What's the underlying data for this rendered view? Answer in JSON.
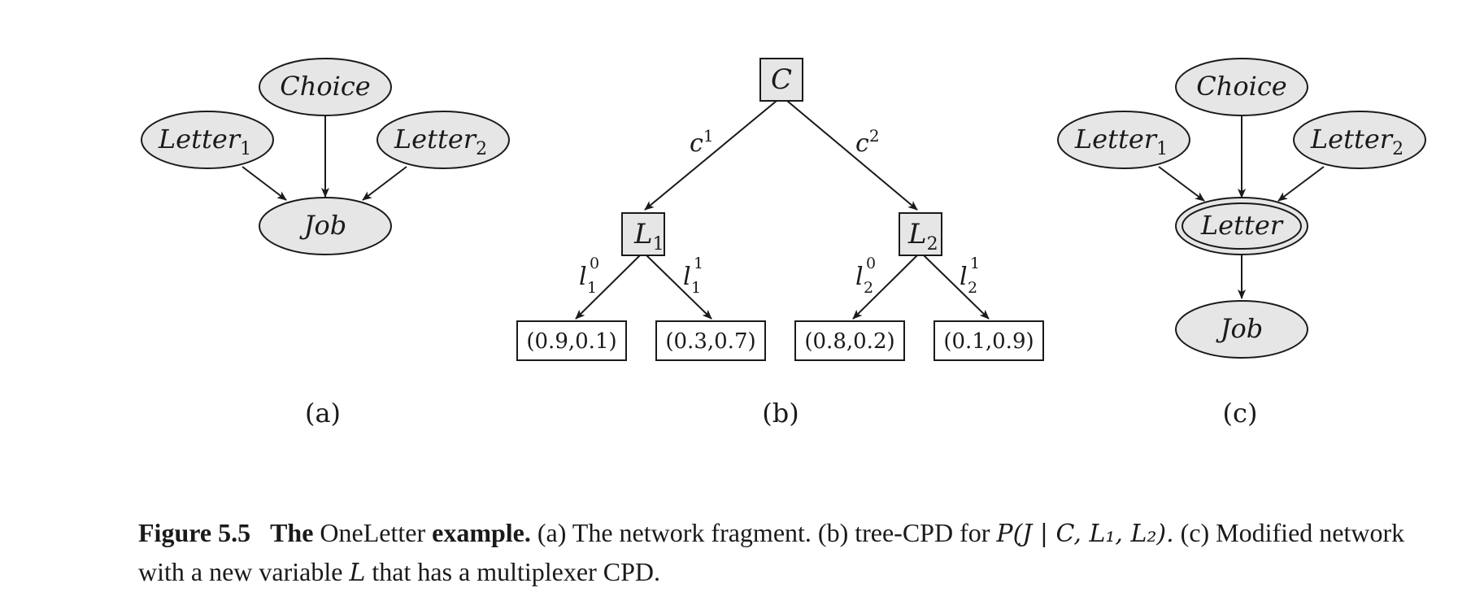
{
  "panel_a": {
    "nodes": {
      "choice": "Choice",
      "letter1": "Letter",
      "letter1_sub": "1",
      "letter2": "Letter",
      "letter2_sub": "2",
      "job": "Job"
    },
    "label": "(a)"
  },
  "panel_b": {
    "root": "C",
    "root_edges": {
      "left": "c",
      "left_sup": "1",
      "right": "c",
      "right_sup": "2"
    },
    "inner": {
      "l1": "L",
      "l1_sub": "1",
      "l2": "L",
      "l2_sub": "2"
    },
    "inner_edges": {
      "l1_left": "l",
      "l1_left_sup": "0",
      "l1_left_sub": "1",
      "l1_right": "l",
      "l1_right_sup": "1",
      "l1_right_sub": "1",
      "l2_left": "l",
      "l2_left_sup": "0",
      "l2_left_sub": "2",
      "l2_right": "l",
      "l2_right_sup": "1",
      "l2_right_sub": "2"
    },
    "leaves": [
      "(0.9,0.1)",
      "(0.3,0.7)",
      "(0.8,0.2)",
      "(0.1,0.9)"
    ],
    "label": "(b)"
  },
  "panel_c": {
    "nodes": {
      "choice": "Choice",
      "letter1": "Letter",
      "letter1_sub": "1",
      "letter2": "Letter",
      "letter2_sub": "2",
      "letter": "Letter",
      "job": "Job"
    },
    "label": "(c)"
  },
  "caption": {
    "fig_num": "Figure 5.5",
    "the": "The",
    "name": "OneLetter",
    "example": "example.",
    "part_a": "(a) The network fragment. (b) tree-CPD for",
    "formula": "P(J | C, L₁, L₂).",
    "part_c": "(c) Modified network with a new variable",
    "var_l": "L",
    "tail": "that has a multiplexer CPD."
  }
}
